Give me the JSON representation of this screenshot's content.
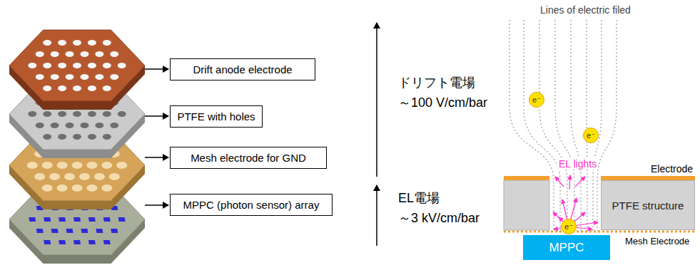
{
  "diagram": {
    "nodes": [
      {
        "text": [
          "Drift anode electrode"
        ]
      },
      {
        "text": [
          "PTFE with holes"
        ]
      },
      {
        "text": [
          "Mesh electrode for GND"
        ]
      },
      {
        "text": [
          "MPPC (photon sensor) array"
        ]
      },
      {
        "text": [
          "e⁻"
        ]
      },
      {
        "text": [
          "e⁻"
        ]
      },
      {
        "text": [
          "PTFE structure"
        ]
      },
      {
        "text": [
          "e⁻"
        ]
      },
      {
        "text": [
          "MPPC"
        ]
      }
    ],
    "labels": [
      "Lines of electric filed",
      "ドリフト電場",
      "～100 V/cm/bar",
      "EL電場",
      "～3 kV/cm/bar",
      "EL lights",
      "Electrode",
      "Mesh Electrode"
    ]
  }
}
